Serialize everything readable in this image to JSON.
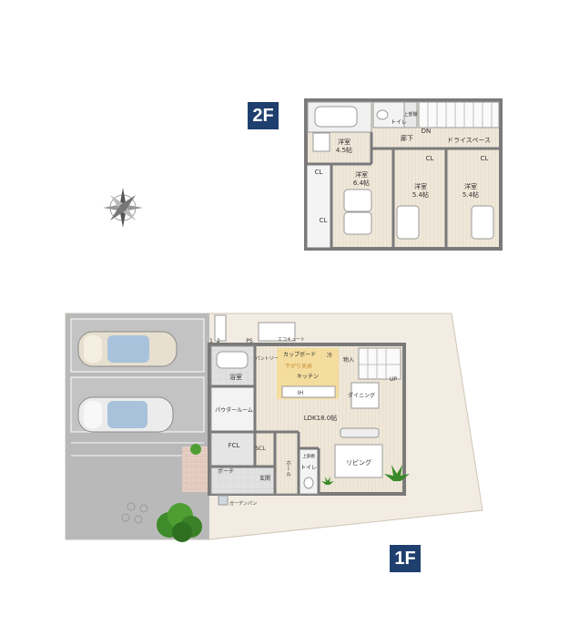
{
  "floors": {
    "second": {
      "badge": "2F",
      "rooms": {
        "bedroom_a": {
          "name": "洋室",
          "size": "4.5帖"
        },
        "bedroom_b": {
          "name": "洋室",
          "size": "6.4帖"
        },
        "bedroom_c": {
          "name": "洋室",
          "size": "5.4帖"
        },
        "bedroom_d": {
          "name": "洋室",
          "size": "5.4帖"
        },
        "hallway": "廊下",
        "dn": "DN",
        "dry_space": "ドライスペース",
        "toilet": "トイレ",
        "washbasin": "上部棚",
        "cl_1": "CL",
        "cl_2": "CL",
        "cl_3": "CL",
        "cl_4": "CL"
      }
    },
    "first": {
      "badge": "1F",
      "rooms": {
        "ps": "PS",
        "ecocute": "エコキュート",
        "cupboard": "カップボード",
        "fridge": "冷",
        "storage": "物入",
        "pantry": "パントリー",
        "ceiling_note": "下がり天井",
        "kitchen": "キッチン",
        "ih": "IH",
        "bath": "浴室",
        "powder_room": "パウダールーム",
        "dining": "ダイニング",
        "up": "UP",
        "ldk": "LDK18.0帖",
        "fcl": "FCL",
        "scl": "SCL",
        "hall": "ホール",
        "shelf": "上部棚",
        "toilet": "トイレ",
        "living": "リビング",
        "porch": "ポーチ",
        "entrance": "玄関",
        "garden_pan": "ガーデンパン",
        "num_1": "1",
        "num_2": "2"
      }
    }
  },
  "colors": {
    "wall": "#7a7a7a",
    "floor_wood": "#ece4d6",
    "tile": "#dcdcdc",
    "kitchen_highlight": "#f6d98a",
    "site": "#f3ece2",
    "parking": "#b5b5b5",
    "badge": "#1f3f6e"
  },
  "icons": [
    "compass-rose-icon",
    "car-icon",
    "bicycle-icon",
    "tree-icon",
    "plant-icon"
  ]
}
